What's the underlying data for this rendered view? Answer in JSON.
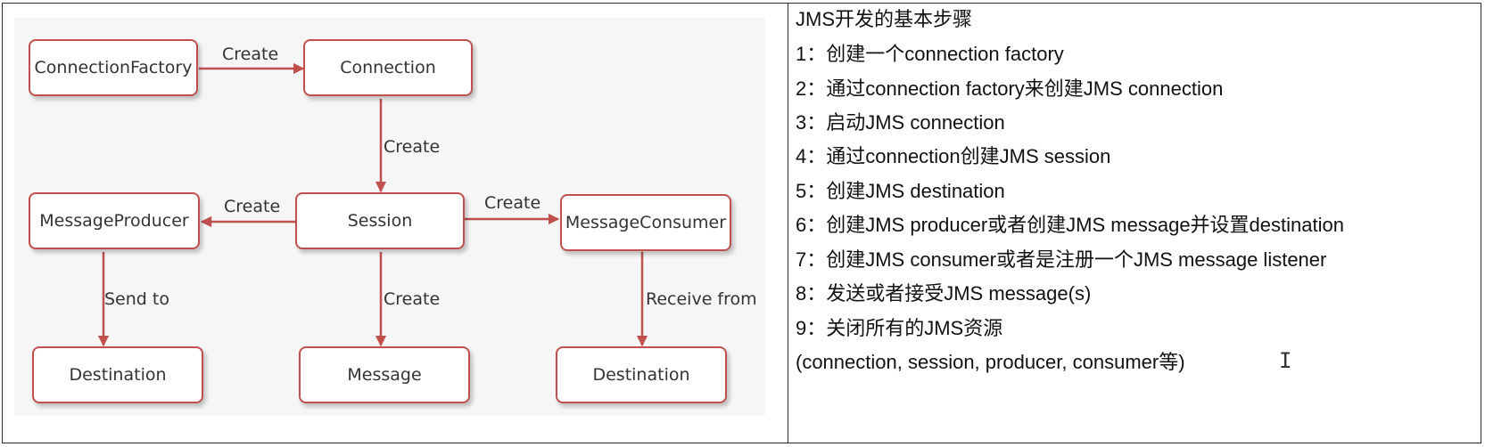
{
  "diagram": {
    "nodes": {
      "connection_factory": "ConnectionFactory",
      "connection": "Connection",
      "session": "Session",
      "message_producer": "MessageProducer",
      "message_consumer": "MessageConsumer",
      "destination_left": "Destination",
      "message": "Message",
      "destination_right": "Destination"
    },
    "edges": {
      "factory_to_connection": "Create",
      "connection_to_session": "Create",
      "session_to_producer": "Create",
      "session_to_consumer": "Create",
      "producer_to_destination": "Send to",
      "session_to_message": "Create",
      "consumer_to_destination": "Receive from"
    },
    "colors": {
      "node_border": "#c0504d",
      "arrow": "#c0504d"
    }
  },
  "steps": {
    "title": "JMS开发的基本步骤",
    "items": [
      "1：创建一个connection factory",
      "2：通过connection factory来创建JMS connection",
      "3：启动JMS connection",
      "4：通过connection创建JMS session",
      "5：创建JMS destination",
      "6：创建JMS producer或者创建JMS message并设置destination",
      "7：创建JMS consumer或者是注册一个JMS message listener",
      "8：发送或者接受JMS message(s)",
      "9：关闭所有的JMS资源",
      "(connection, session, producer, consumer等)"
    ]
  },
  "cursor_glyph": "I"
}
